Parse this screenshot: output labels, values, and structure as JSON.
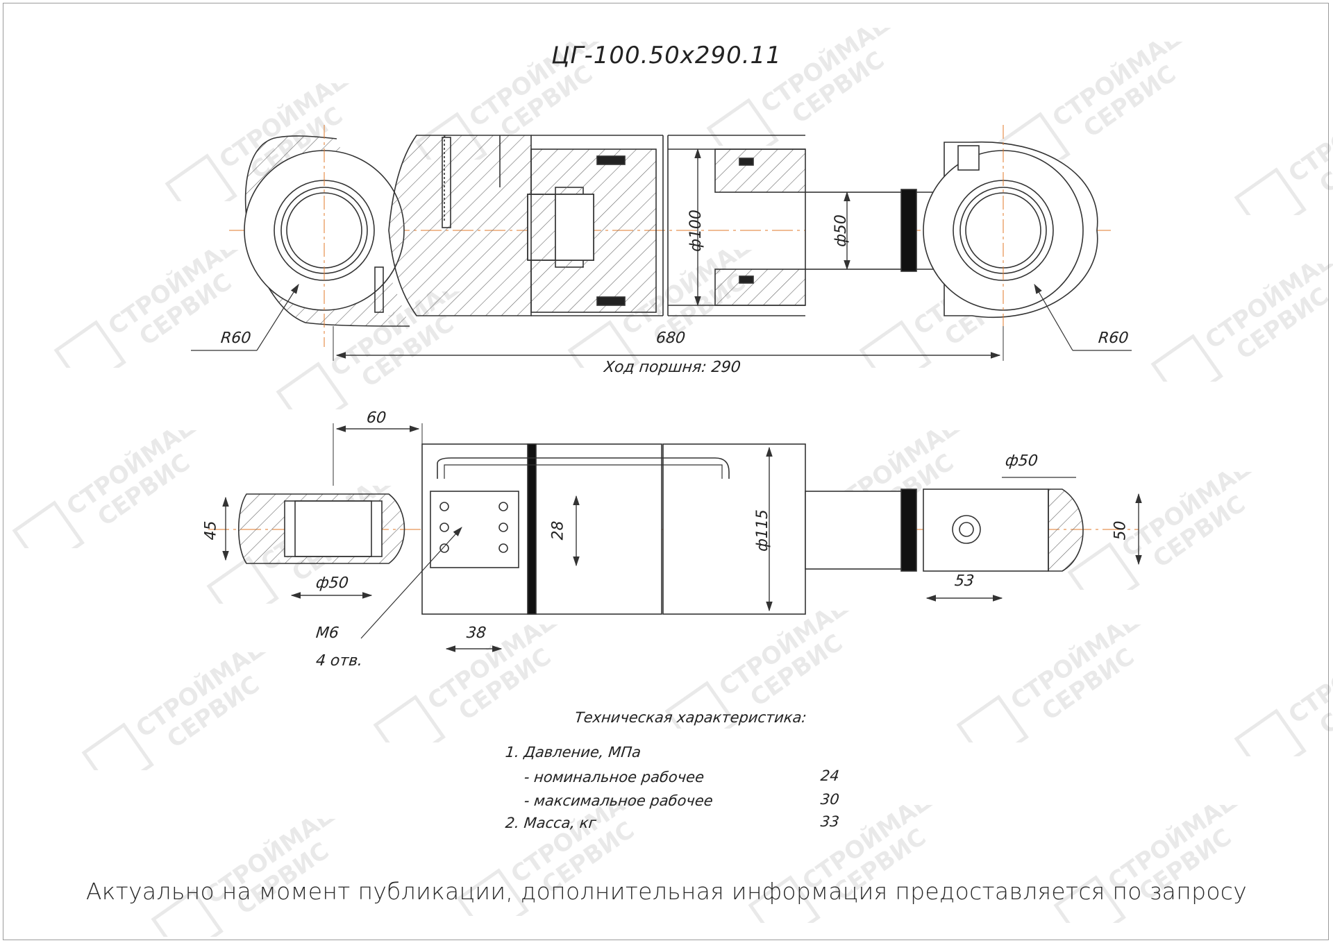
{
  "title": "ЦГ-100.50х290.11",
  "watermark": {
    "line1": "СТРОЙМАШ",
    "line2": "СЕРВИС"
  },
  "top_view": {
    "left_radius": "R60",
    "right_radius": "R60",
    "overall_length": "680",
    "stroke": "Ход поршня: 290",
    "bore": "ф100",
    "rod": "ф50"
  },
  "bottom_view": {
    "flange_offset": "60",
    "eye_width_left": "45",
    "left_pin": "ф50",
    "port_spacing_v": "28",
    "port_spacing_h": "38",
    "thread": "M6",
    "holes": "4 отв.",
    "body_dia": "ф115",
    "right_pin": "ф50",
    "eye_width_right": "50",
    "right_offset": "53"
  },
  "specs": {
    "title": "Техническая характеристика:",
    "rows": [
      {
        "label": "1. Давление, МПа",
        "value": ""
      },
      {
        "label": "- номинальное рабочее",
        "value": "24"
      },
      {
        "label": "- максимальное рабочее",
        "value": "30"
      },
      {
        "label": "2. Масса, кг",
        "value": "33"
      }
    ]
  },
  "footer": "Актуально на момент публикации, дополнительная информация предоставляется по запросу",
  "colors": {
    "line": "#333333",
    "center": "#e07a2a",
    "hatch": "#555555"
  }
}
